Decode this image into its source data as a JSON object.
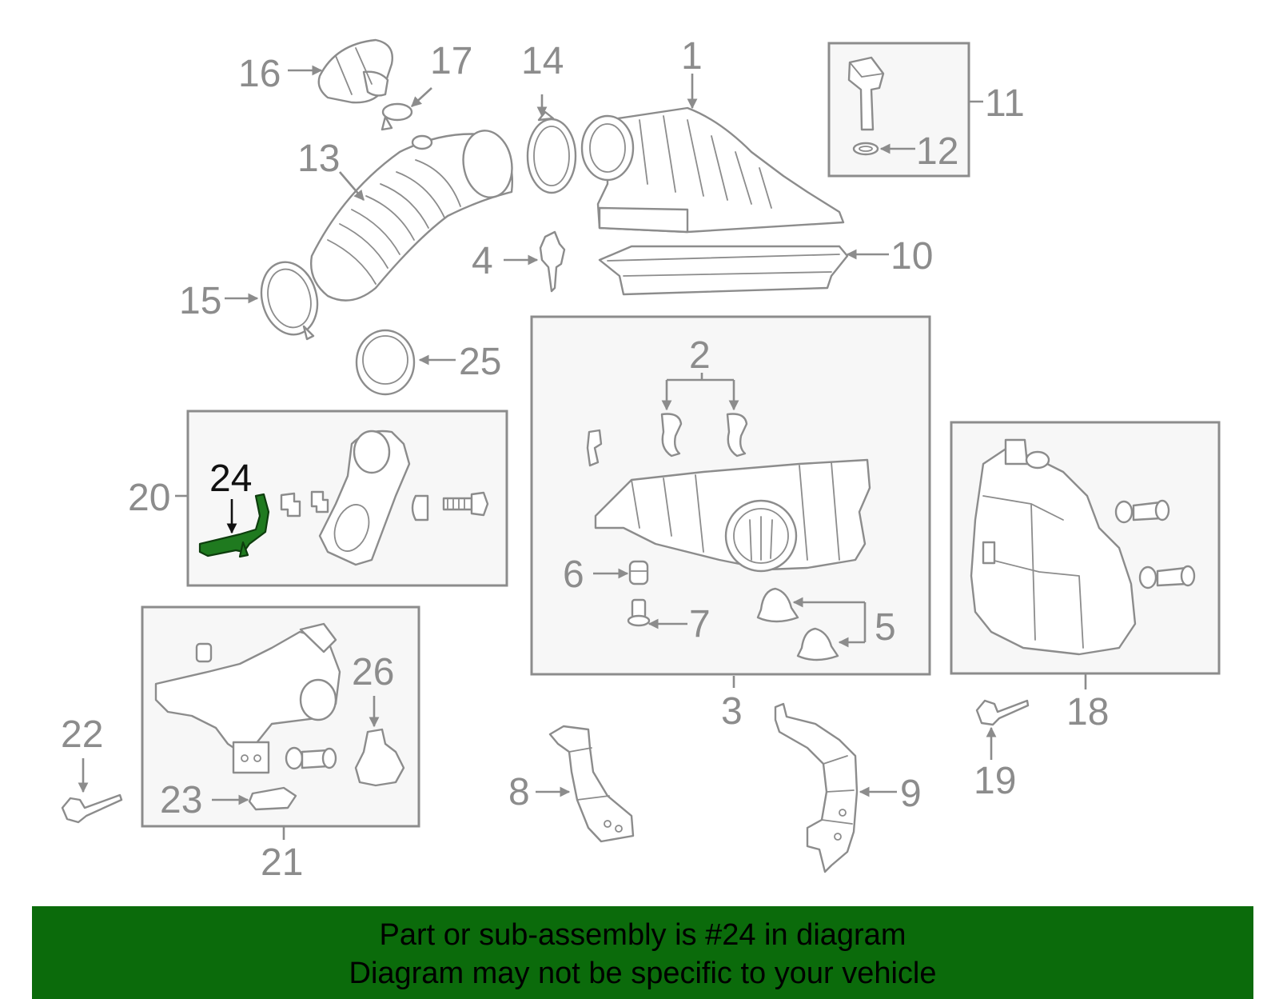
{
  "callouts": {
    "c1": "1",
    "c2": "2",
    "c3": "3",
    "c4": "4",
    "c5": "5",
    "c6": "6",
    "c7": "7",
    "c8": "8",
    "c9": "9",
    "c10": "10",
    "c11": "11",
    "c12": "12",
    "c13": "13",
    "c14": "14",
    "c15": "15",
    "c16": "16",
    "c17": "17",
    "c18": "18",
    "c19": "19",
    "c20": "20",
    "c21": "21",
    "c22": "22",
    "c23": "23",
    "c24": "24",
    "c25": "25",
    "c26": "26"
  },
  "highlight": {
    "part_number": "24",
    "color": "#1f7a1f"
  },
  "banner": {
    "line1": "Part or sub-assembly is #24 in diagram",
    "line2": "Diagram may not be specific to your vehicle",
    "background": "#0b6b0b"
  }
}
